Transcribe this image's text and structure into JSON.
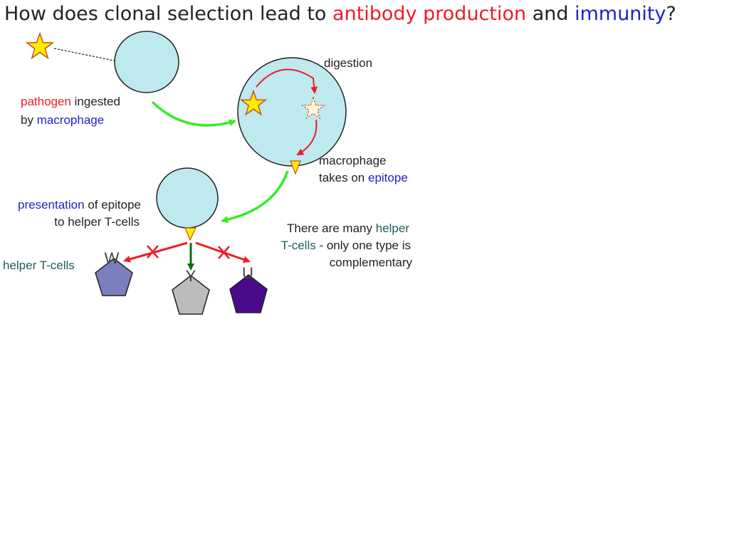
{
  "title": {
    "part1": "How does clonal selection lead to ",
    "part2": "antibody production",
    "part3": " and ",
    "part4": "immunity",
    "part5": "?"
  },
  "labels": {
    "pathogen_word": "pathogen",
    "ingested": " ingested",
    "by": "by ",
    "macrophage_word": "macrophage",
    "digestion": "digestion",
    "macrophage_line": "macrophage",
    "takes_on": "takes on ",
    "epitope_word": "epitope",
    "presentation_word": "presentation",
    "of_epitope": " of epitope",
    "to_helper": "to helper T-cells",
    "helper_tcells": "helper T-cells",
    "many_prefix": "There are many ",
    "many_helper": "helper",
    "many_line2a": "T-cells",
    "many_line2b": " - only one type is",
    "many_line3": "complementary"
  },
  "tcell_letters": {
    "w": "W",
    "y": "Y",
    "u": "U"
  },
  "colors": {
    "red": "#ee1c24",
    "blue": "#1f1fcc",
    "teal": "#1f5c5a",
    "green_arrow": "#33ee22",
    "cell_fill": "#bde9ef",
    "star_fill": "#ffee00",
    "tcell_w": "#7a7fbf",
    "tcell_y": "#bcbcbc",
    "tcell_u": "#4b0a8a",
    "dark_green": "#0e6b12"
  }
}
